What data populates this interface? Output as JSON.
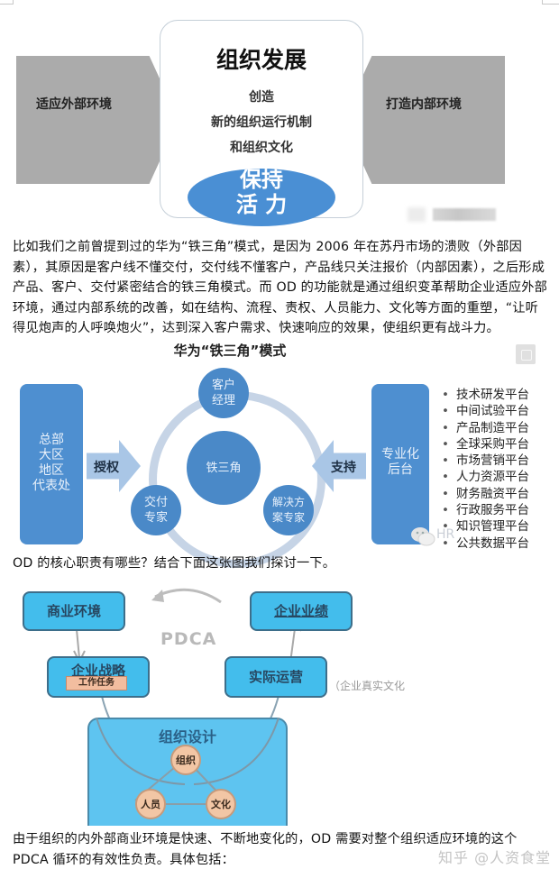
{
  "figure1": {
    "left_arrow": "适应外部环境",
    "right_arrow": "打造内部环境",
    "center_title": "组织发展",
    "center_lines": [
      "创造",
      "新的组织运行机制",
      "和组织文化"
    ],
    "ellipse_lines": [
      "保持",
      "活 力"
    ]
  },
  "paragraph1": "比如我们之前曾提到过的华为“铁三角”模式，是因为 2006 年在苏丹市场的溃败（外部因素），其原因是客户线不懂交付，交付线不懂客户，产品线只关注报价（内部因素），之后形成产品、客户、交付紧密结合的铁三角模式。而 OD 的功能就是通过组织变革帮助企业适应外部环境，通过内部系统的改善，如在结构、流程、责权、人员能力、文化等方面的重塑，“让听得见炮声的人呼唤炮火”，达到深入客户需求、快速响应的效果，使组织更有战斗力。",
  "figure2": {
    "title": "华为“铁三角”模式",
    "left_column": [
      "总部",
      "大区",
      "地区",
      "代表处"
    ],
    "left_arrow": "授权",
    "top_node": [
      "客户",
      "经理"
    ],
    "center_node": "铁三角",
    "bottom_left_node": [
      "交付",
      "专家"
    ],
    "bottom_right_node": [
      "解决方",
      "案专家"
    ],
    "right_arrow": "支持",
    "right_column": [
      "专业化",
      "后台"
    ],
    "platforms": [
      "技术研发平台",
      "中间试验平台",
      "产品制造平台",
      "全球采购平台",
      "市场营销平台",
      "人力资源平台",
      "财务融资平台",
      "行政服务平台",
      "知识管理平台",
      "公共数据平台"
    ],
    "bullet": "•",
    "watermark": "HR"
  },
  "paragraph2": "OD 的核心职责有哪些？结合下面这张图我们探讨一下。",
  "figure3": {
    "business_env": "商业环境",
    "enterprise_perf": "企业业绩",
    "pdca": "PDCA",
    "strategy": "企业战略",
    "task": "工作任务",
    "operations": "实际运营",
    "culture_note": "（企业真实文化",
    "design_title": "组织设计",
    "node_org": "组织",
    "node_people": "人员",
    "node_culture": "文化"
  },
  "paragraph3": "由于组织的内外部商业环境是快速、不断地变化的，OD 需要对整个组织适应环境的这个 PDCA 循环的有效性负责。具体包括：",
  "watermark": "知乎 @人资食堂",
  "colors": {
    "gray_arrow": "#ababab",
    "huawei_blue": "#4a89c8",
    "pdca_box": "#43bdec",
    "peach_node": "#f2c6a5"
  }
}
